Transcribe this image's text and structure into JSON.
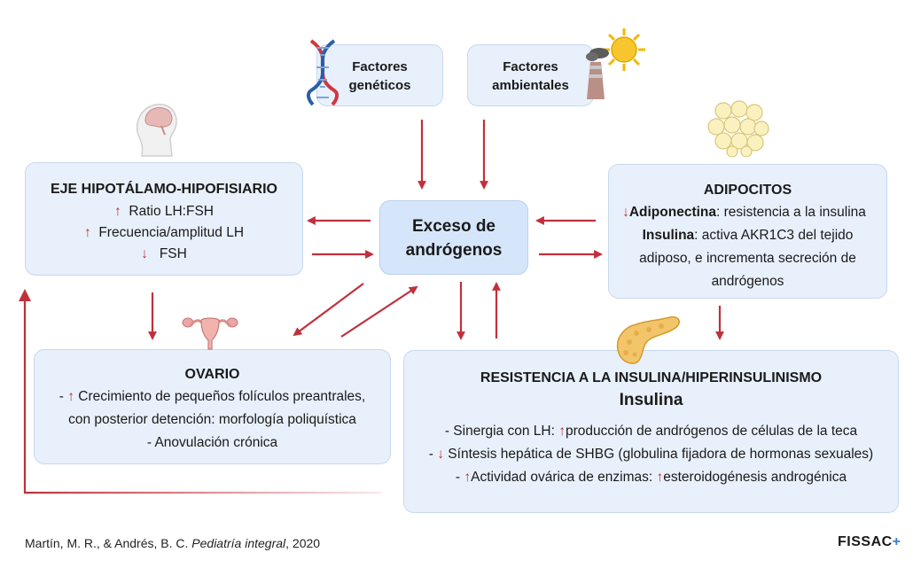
{
  "factores_geneticos": {
    "line1": "Factores",
    "line2": "genéticos"
  },
  "factores_ambientales": {
    "line1": "Factores",
    "line2": "ambientales"
  },
  "exceso": {
    "line1": "Exceso de",
    "line2": "andrógenos"
  },
  "eje": {
    "title": "EJE HIPOTÁLAMO-HIPOFISIARIO",
    "items": [
      {
        "arrow": "↑",
        "text": "Ratio LH:FSH"
      },
      {
        "arrow": "↑",
        "text": "Frecuencia/amplitud LH"
      },
      {
        "arrow": "↓",
        "text": "FSH"
      }
    ]
  },
  "adipocitos": {
    "title": "ADIPOCITOS",
    "l1_arrow": "↓",
    "l1_bold": "Adiponectina",
    "l1_text": ": resistencia a la insulina",
    "l2_bold": "Insulina",
    "l2_text": ": activa AKR1C3 del tejido",
    "l3": "adiposo, e incrementa secreción de",
    "l4": "andrógenos"
  },
  "ovario": {
    "title": "OVARIO",
    "l1_prefix": "- ",
    "l1_arrow": "↑",
    "l1_text": " Crecimiento de pequeños folículos preantrales,",
    "l2": "con posterior detención: morfología poliquística",
    "l3": "- Anovulación crónica"
  },
  "resistencia": {
    "title": "RESISTENCIA A LA INSULINA/HIPERINSULINISMO",
    "subtitle": "Insulina",
    "l1_prefix": "- Sinergia con LH: ",
    "l1_arrow": "↑",
    "l1_text": "producción de andrógenos de células de la teca",
    "l2_prefix": "- ",
    "l2_arrow": "↓",
    "l2_text": " Síntesis hepática de SHBG (globulina fijadora de hormonas sexuales)",
    "l3_prefix": "- ",
    "l3_arrow": "↑",
    "l3_text": "Actividad ovárica de enzimas: ",
    "l3_arrow2": "↑",
    "l3_text2": "esteroidogénesis androgénica"
  },
  "citation": {
    "authors": "Martín, M. R., & Andrés, B. C. ",
    "journal": "Pediatría integral",
    "year": ", 2020"
  },
  "brand": {
    "name": "FISSAC",
    "plus": "+"
  },
  "colors": {
    "arrow": "#c0303b",
    "box_fill": "#e8f0fb",
    "box_border": "#c9d8ef",
    "center_fill": "#d6e6fa"
  },
  "icons": [
    "dna-icon",
    "factory-sun-icon",
    "human-head-brain-icon",
    "adipocytes-icon",
    "uterus-icon",
    "pancreas-icon"
  ]
}
